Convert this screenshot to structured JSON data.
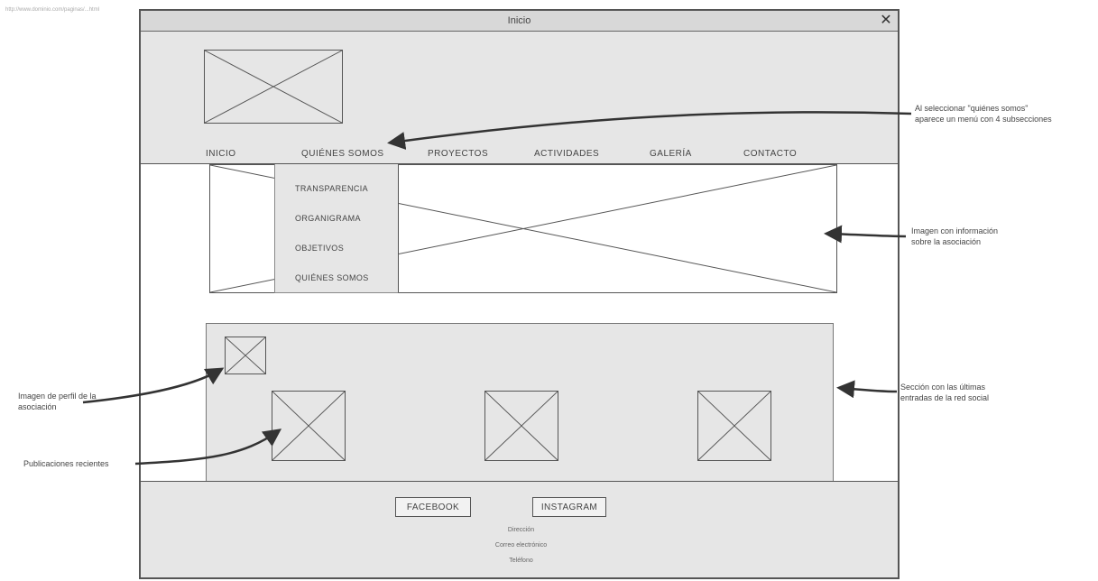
{
  "window": {
    "title": "Inicio",
    "close_glyph": "✕",
    "top_left_note": "http://www.dominio.com/paginas/...html"
  },
  "nav": {
    "items": [
      {
        "id": "inicio",
        "label": "INICIO"
      },
      {
        "id": "quienes-somos",
        "label": "QUIÉNES SOMOS"
      },
      {
        "id": "proyectos",
        "label": "PROYECTOS"
      },
      {
        "id": "actividades",
        "label": "ACTIVIDADES"
      },
      {
        "id": "galeria",
        "label": "GALERÍA"
      },
      {
        "id": "contacto",
        "label": "CONTACTO"
      }
    ]
  },
  "dropdown": {
    "items": [
      {
        "id": "transparencia",
        "label": "TRANSPARENCIA"
      },
      {
        "id": "organigrama",
        "label": "ORGANIGRAMA"
      },
      {
        "id": "objetivos",
        "label": "OBJETIVOS"
      },
      {
        "id": "quienes-somos",
        "label": "QUIÉNES SOMOS"
      }
    ]
  },
  "footer": {
    "facebook_label": "FACEBOOK",
    "instagram_label": "INSTAGRAM",
    "lines": [
      "Dirección",
      "Correo electrónico",
      "Teléfono"
    ]
  },
  "annotations": {
    "menu_note": [
      "Al seleccionar \"quiénes somos\"",
      "aparece un menú con 4 subsecciones"
    ],
    "image_note": [
      "Imagen con información",
      "sobre la asociación"
    ],
    "posts_note": [
      "Sección con las últimas",
      "entradas de la red social"
    ],
    "profile_note": [
      "Imagen de perfil de la",
      "asociación"
    ],
    "publications_note": "Publicaciones recientes"
  }
}
